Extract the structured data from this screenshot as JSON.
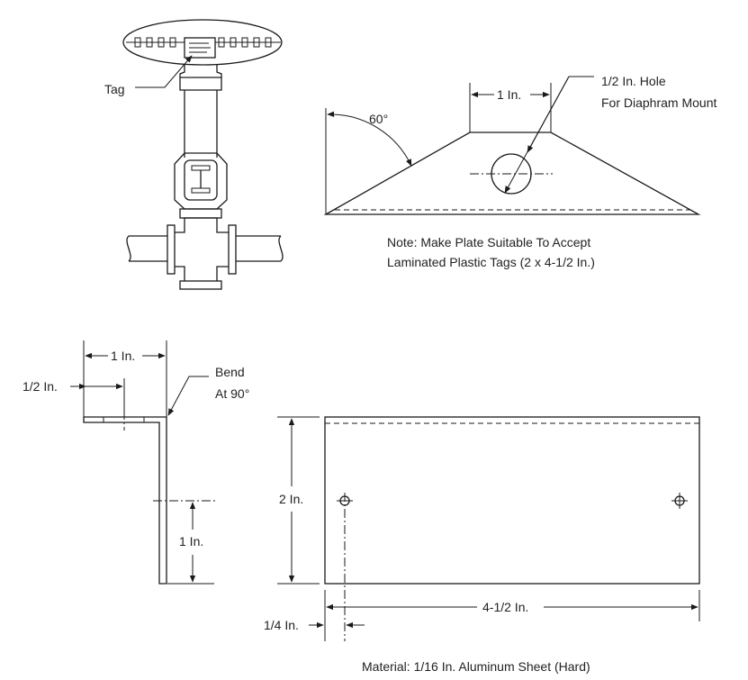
{
  "labels": {
    "tag": "Tag",
    "hole_line1": "1/2 In. Hole",
    "hole_line2": "For Diaphram Mount",
    "top_width": "1 In.",
    "angle": "60°",
    "note_line1": "Note:  Make Plate Suitable To Accept",
    "note_line2": "Laminated Plastic Tags (2 x 4-1/2 In.)",
    "side_width": "1 In.",
    "side_half": "1/2 In.",
    "bend_line1": "Bend",
    "bend_line2": "At 90°",
    "side_height": "1 In.",
    "plate_height": "2 In.",
    "plate_width": "4-1/2 In.",
    "plate_edge": "1/4 In.",
    "material": "Material:  1/16 In. Aluminum Sheet (Hard)"
  }
}
